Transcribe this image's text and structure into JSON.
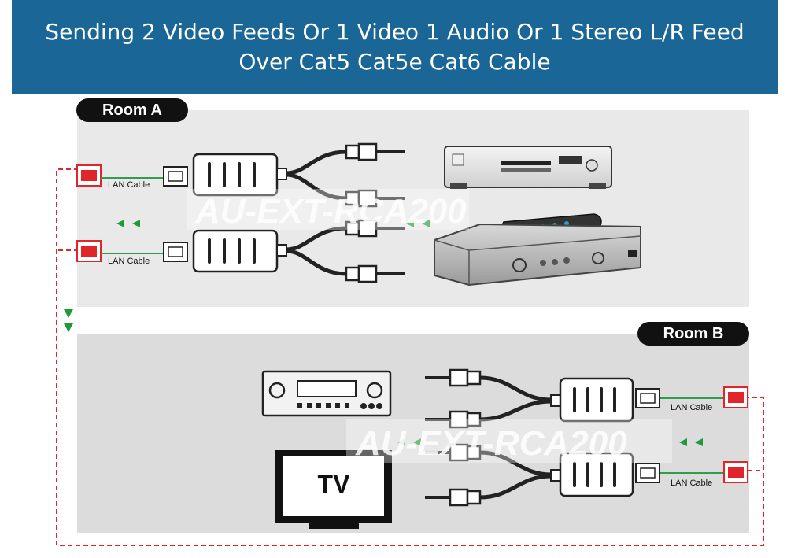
{
  "banner": {
    "line1": "Sending 2 Video Feeds Or 1 Video 1 Audio Or 1 Stereo L/R Feed",
    "line2": "Over Cat5 Cat5e Cat6 Cable"
  },
  "room_a": {
    "label": "Room A"
  },
  "room_b": {
    "label": "Room B"
  },
  "cable_label": "LAN Cable",
  "watermark": "AU-EXT-RCA200",
  "tv_label": "TV",
  "colors": {
    "banner": "#1a6696",
    "cable_green": "#2e9e4a",
    "connector_red": "#e0262b",
    "dashed_red": "#e0262b",
    "arrow_green": "#1f9a3b"
  }
}
